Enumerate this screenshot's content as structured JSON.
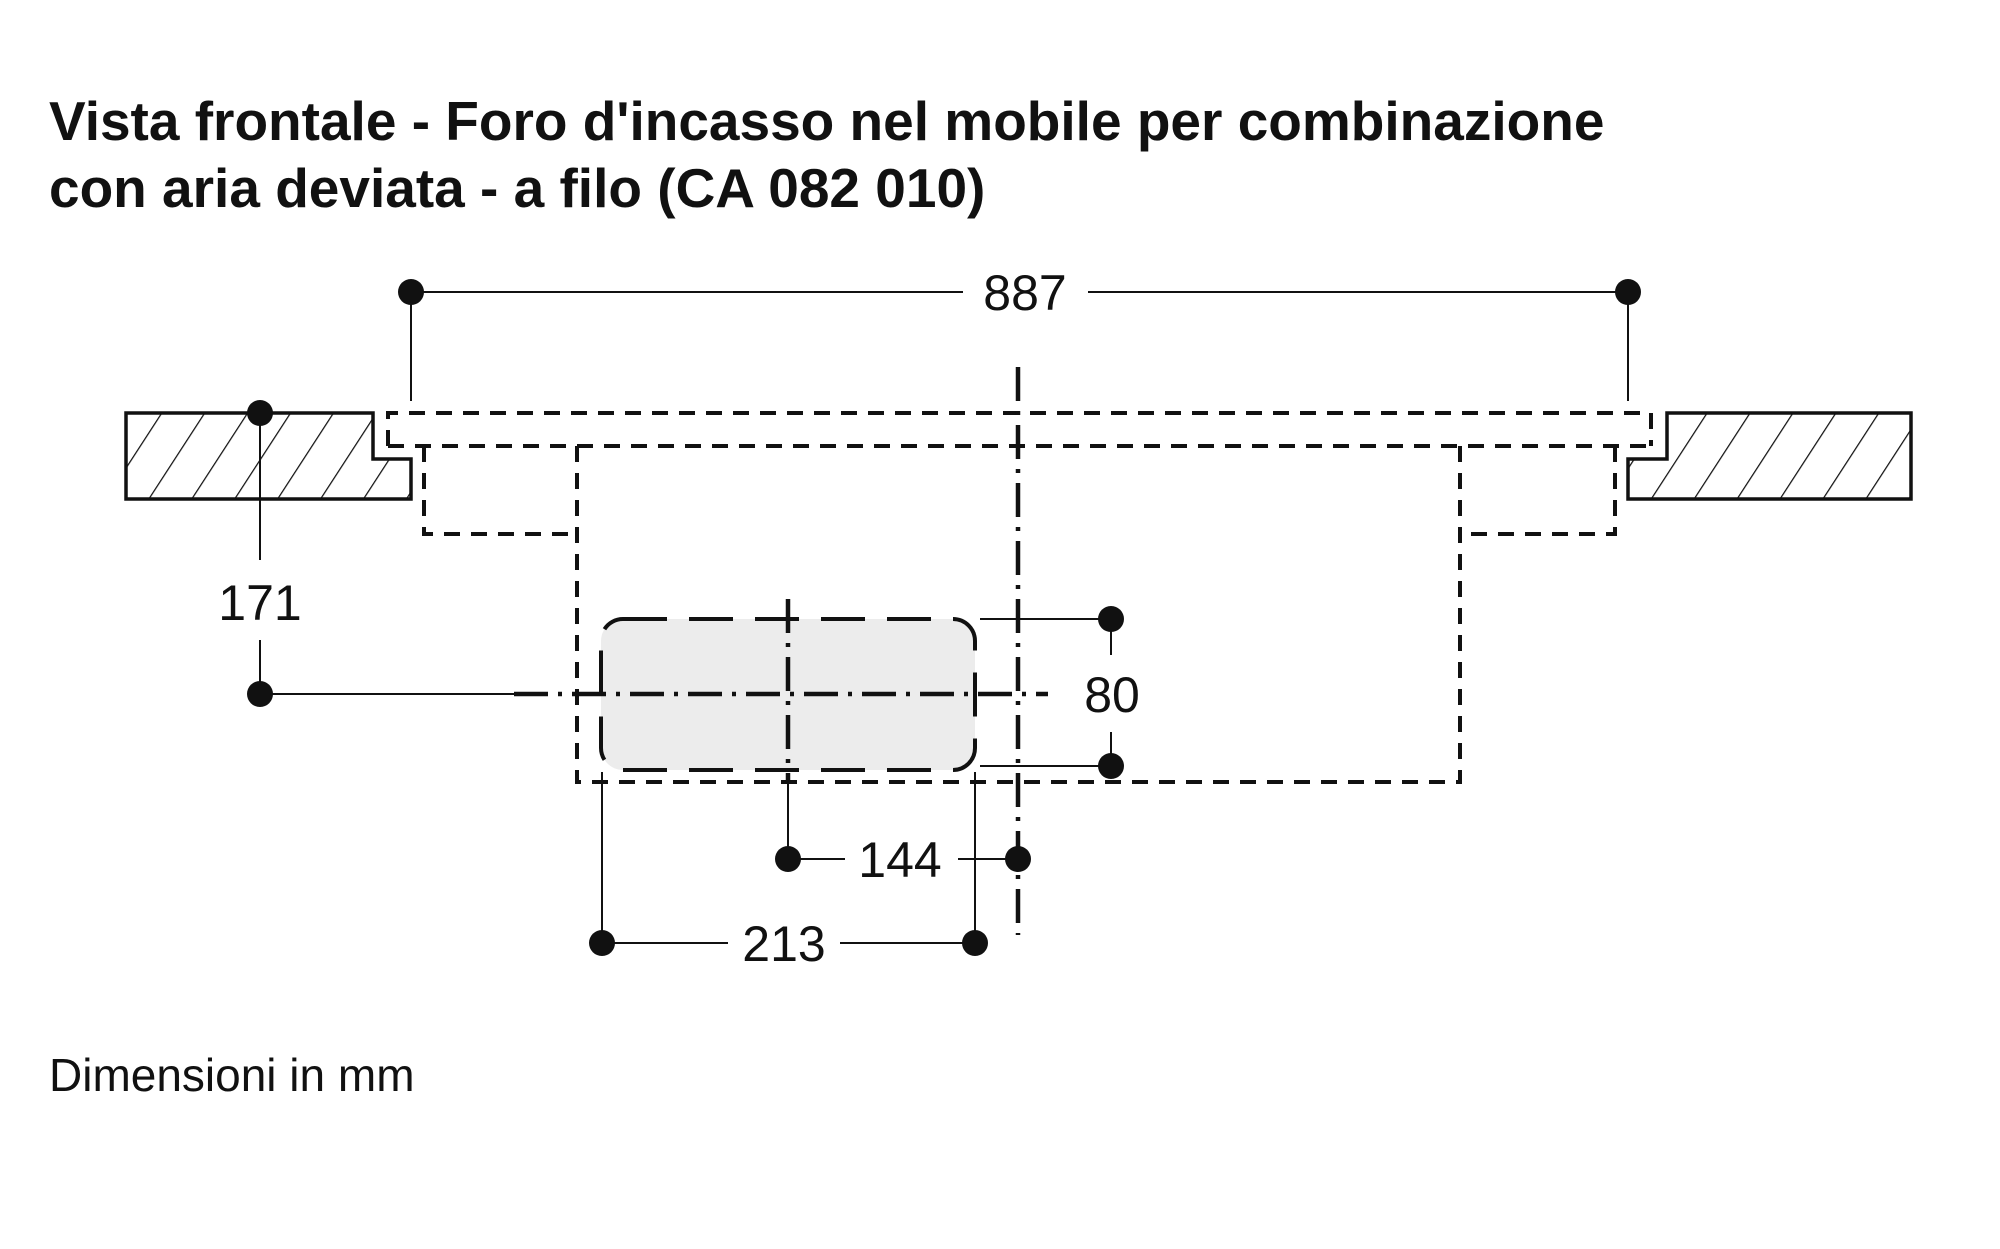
{
  "title": {
    "line1": "Vista frontale - Foro d'incasso nel mobile per combinazione",
    "line2": "con aria deviata - a filo (CA 082 010)"
  },
  "dimensions": {
    "overall_width": "887",
    "height_to_axis": "171",
    "outlet_height": "80",
    "outlet_offset_to_center": "144",
    "outlet_width": "213"
  },
  "footer_note": "Dimensioni in mm",
  "colors": {
    "line": "#111111",
    "outlet_fill": "#ececec"
  }
}
